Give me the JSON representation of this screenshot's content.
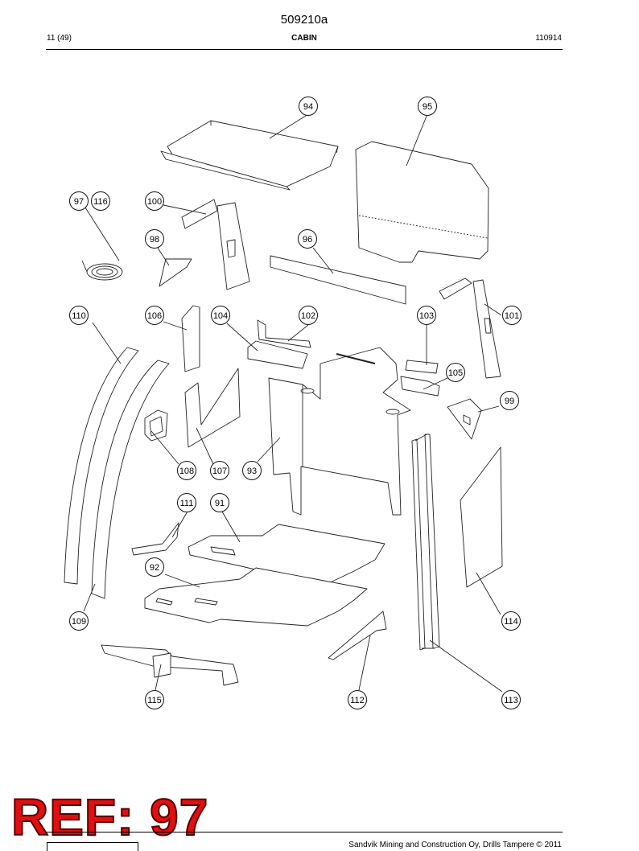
{
  "header": {
    "doc_number": "509210a",
    "page": "11 (49)",
    "section": "CABIN",
    "date_code": "110914"
  },
  "callouts": [
    {
      "id": "c94",
      "label": "94"
    },
    {
      "id": "c95",
      "label": "95"
    },
    {
      "id": "c97",
      "label": "97"
    },
    {
      "id": "c116",
      "label": "116"
    },
    {
      "id": "c100",
      "label": "100"
    },
    {
      "id": "c98",
      "label": "98"
    },
    {
      "id": "c96",
      "label": "96"
    },
    {
      "id": "c110",
      "label": "110"
    },
    {
      "id": "c106",
      "label": "106"
    },
    {
      "id": "c104",
      "label": "104"
    },
    {
      "id": "c102",
      "label": "102"
    },
    {
      "id": "c103",
      "label": "103"
    },
    {
      "id": "c101",
      "label": "101"
    },
    {
      "id": "c105",
      "label": "105"
    },
    {
      "id": "c99",
      "label": "99"
    },
    {
      "id": "c108",
      "label": "108"
    },
    {
      "id": "c107",
      "label": "107"
    },
    {
      "id": "c93",
      "label": "93"
    },
    {
      "id": "c111",
      "label": "111"
    },
    {
      "id": "c91",
      "label": "91"
    },
    {
      "id": "c92",
      "label": "92"
    },
    {
      "id": "c109",
      "label": "109"
    },
    {
      "id": "c114",
      "label": "114"
    },
    {
      "id": "c115",
      "label": "115"
    },
    {
      "id": "c112",
      "label": "112"
    },
    {
      "id": "c113",
      "label": "113"
    }
  ],
  "stamp": {
    "text": "REF: 97"
  },
  "footer": {
    "copyright": "Sandvik Mining and Construction Oy, Drills Tampere © 2011"
  }
}
